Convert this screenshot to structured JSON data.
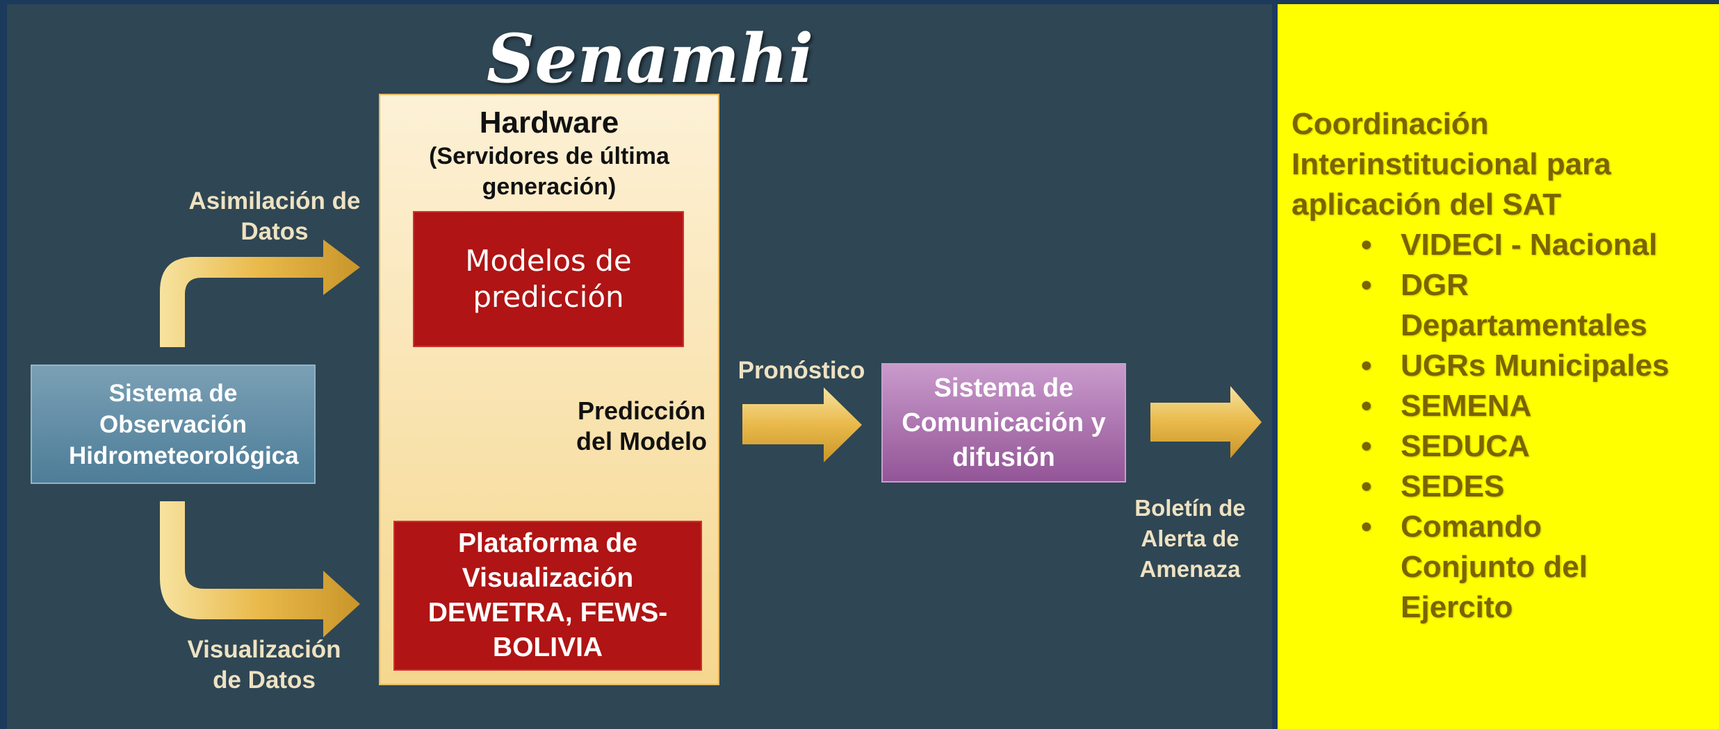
{
  "title": "Senamhi",
  "hardware": {
    "title": "Hardware",
    "subtitle": "(Servidores de última generación)"
  },
  "models_box": {
    "label": "Modelos de predicción"
  },
  "prediction_label": "Predicción del Modelo",
  "platform_box": {
    "label": "Plataforma de Visualización DEWETRA, FEWS-BOLIVIA"
  },
  "observation_box": {
    "label": "Sistema de Observación Hidrometeorológica"
  },
  "assimilation_label": "Asimilación de Datos",
  "visualization_label": "Visualización de Datos",
  "forecast_label": "Pronóstico",
  "communication_box": {
    "label": "Sistema de Comunicación y difusión"
  },
  "bulletin_label": "Boletín de Alerta de Amenaza",
  "coordination": {
    "heading": "Coordinación Interinstitucional para aplicación del SAT",
    "items": [
      "VIDECI - Nacional",
      "DGR Departamentales",
      "UGRs Municipales",
      "SEMENA",
      "SEDUCA",
      "SEDES",
      "Comando Conjunto del Ejercito"
    ]
  },
  "colors": {
    "main_panel": "#2f4654",
    "side_panel": "#ffff00",
    "model_red": "#b01414",
    "arrow_gold": "#e9b94a",
    "observation_blue": "#5f8ea8",
    "communication_purple": "#a56ea9",
    "coordination_text": "#7a6400"
  }
}
